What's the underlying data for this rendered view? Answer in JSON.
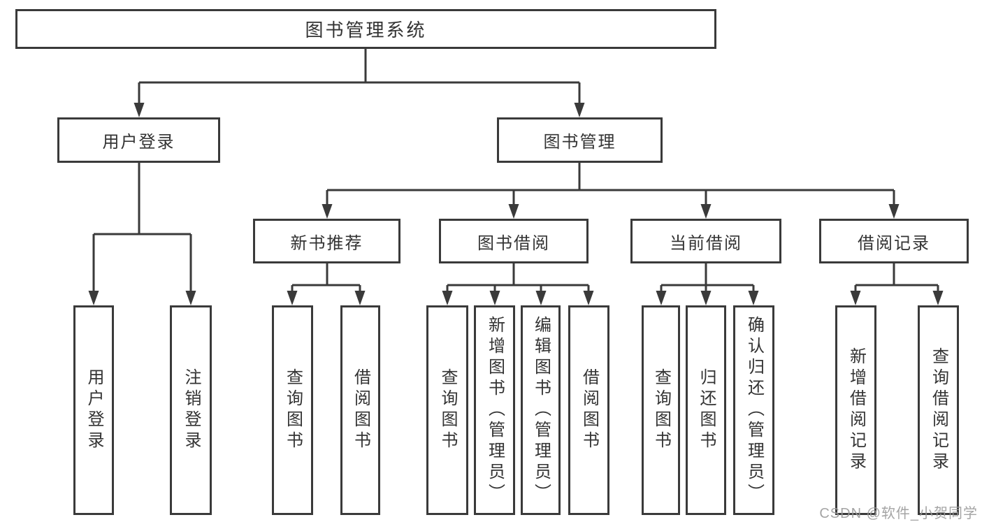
{
  "diagram": {
    "type": "hierarchy-tree",
    "tree": {
      "label": "图书管理系统",
      "children": [
        {
          "label": "用户登录",
          "children": [
            {
              "label": "用户登录"
            },
            {
              "label": "注销登录"
            }
          ]
        },
        {
          "label": "图书管理",
          "children": [
            {
              "label": "新书推荐",
              "children": [
                {
                  "label": "查询图书"
                },
                {
                  "label": "借阅图书"
                }
              ]
            },
            {
              "label": "图书借阅",
              "children": [
                {
                  "label": "查询图书"
                },
                {
                  "label": "新增图书（管理员）"
                },
                {
                  "label": "编辑图书（管理员）"
                },
                {
                  "label": "借阅图书"
                }
              ]
            },
            {
              "label": "当前借阅",
              "children": [
                {
                  "label": "查询图书"
                },
                {
                  "label": "归还图书"
                },
                {
                  "label": "确认归还（管理员）"
                }
              ]
            },
            {
              "label": "借阅记录",
              "children": [
                {
                  "label": "新增借阅记录"
                },
                {
                  "label": "查询借阅记录"
                }
              ]
            }
          ]
        }
      ]
    },
    "colors": {
      "line": "#3a3a3a",
      "text": "#333333",
      "background": "#ffffff"
    }
  },
  "watermark": {
    "text": "CSDN @软件_小贺同学",
    "color": "#9b9b9b"
  }
}
